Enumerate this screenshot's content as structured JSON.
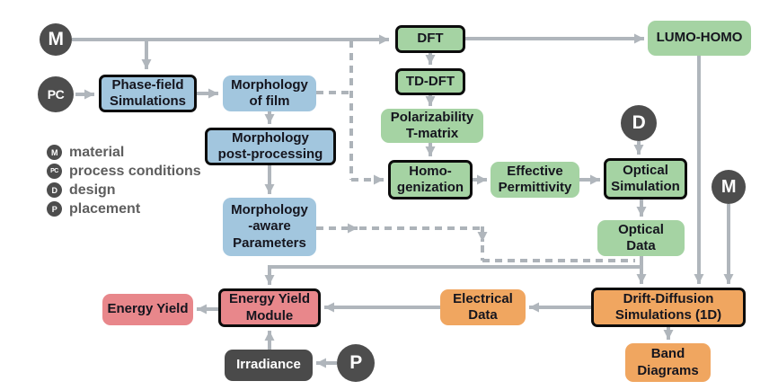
{
  "nodes": {
    "phase_field_simulations": {
      "label": "Phase-field\nSimulations"
    },
    "morphology_of_film": {
      "label": "Morphology\nof film"
    },
    "morphology_post_processing": {
      "label": "Morphology\npost-processing"
    },
    "morphology_aware_parameters": {
      "label": "Morphology\n-aware\nParameters"
    },
    "dft": {
      "label": "DFT"
    },
    "td_dft": {
      "label": "TD-DFT"
    },
    "polarizability_t_matrix": {
      "label": "Polarizability\nT-matrix"
    },
    "homogenization": {
      "label": "Homo-\ngenization"
    },
    "effective_permittivity": {
      "label": "Effective\nPermittivity"
    },
    "optical_simulation": {
      "label": "Optical\nSimulation"
    },
    "optical_data": {
      "label": "Optical\nData"
    },
    "lumo_homo": {
      "label": "LUMO-HOMO"
    },
    "electrical_data": {
      "label": "Electrical\nData"
    },
    "drift_diffusion_simulations": {
      "label": "Drift-Diffusion\nSimulations (1D)"
    },
    "band_diagrams": {
      "label": "Band\nDiagrams"
    },
    "energy_yield": {
      "label": "Energy Yield"
    },
    "energy_yield_module": {
      "label": "Energy Yield\nModule"
    },
    "irradiance": {
      "label": "Irradiance"
    }
  },
  "badges": {
    "material_top": "M",
    "process_conditions": "PC",
    "design": "D",
    "material_right": "M",
    "placement": "P"
  },
  "legend": {
    "items": [
      {
        "symbol": "M",
        "label": "material"
      },
      {
        "symbol": "PC",
        "label": "process conditions"
      },
      {
        "symbol": "D",
        "label": "design"
      },
      {
        "symbol": "P",
        "label": "placement"
      }
    ]
  },
  "colors": {
    "morphology_blue": "#a2c6de",
    "quantum_green": "#a5d3a3",
    "electrical_orange": "#f0a660",
    "energy_pink": "#e8878b",
    "dark_gray": "#4a4a4a",
    "arrow_gray": "#b0b6bc"
  }
}
